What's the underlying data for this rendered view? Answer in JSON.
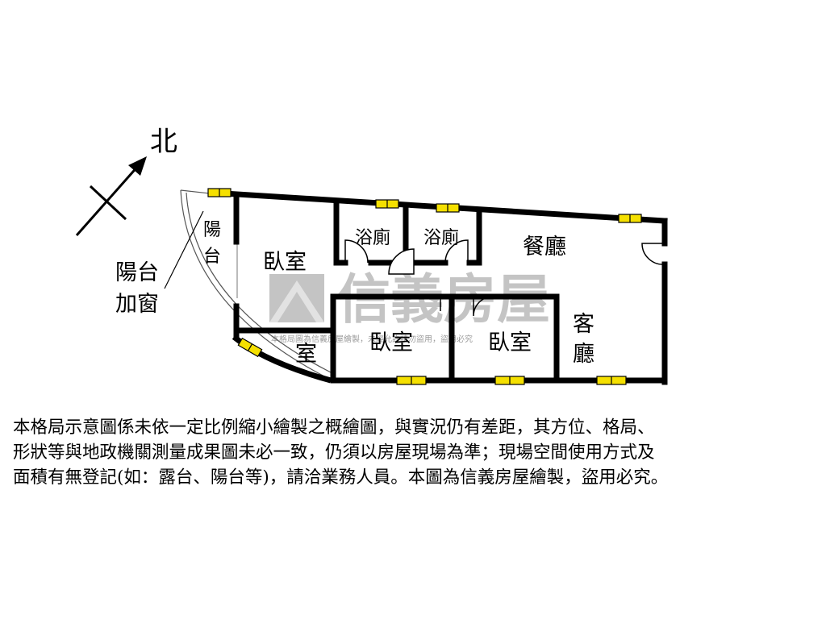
{
  "compass": {
    "north_label": "北"
  },
  "rooms": {
    "bedroom_main": "臥室",
    "bath_1": "浴廁",
    "bath_2": "浴廁",
    "dining": "餐廳",
    "bedroom_2": "臥室",
    "bedroom_3": "臥室",
    "living_1": "客",
    "living_2": "廳",
    "room_frag": "室",
    "balcony_1": "陽",
    "balcony_2": "台",
    "balcony_window_1": "陽台",
    "balcony_window_2": "加窗"
  },
  "watermark": {
    "brand": "信義房屋",
    "notice": "本格局圖為信義房屋繪製，未經允許請勿盜用，盜用必究"
  },
  "disclaimer": {
    "line1": "本格局示意圖係未依一定比例縮小繪製之概繪圖，與實況仍有差距，其方位、格局、",
    "line2": "形狀等與地政機關測量成果圖未必一致，仍須以房屋現場為準；現場空間使用方式及",
    "line3": "面積有無登記(如：露台、陽台等)，請洽業務人員。本圖為信義房屋繪製，盜用必究。"
  },
  "colors": {
    "wall": "#000000",
    "window_fill": "#f5e000",
    "watermark": "#c4c4c4"
  }
}
